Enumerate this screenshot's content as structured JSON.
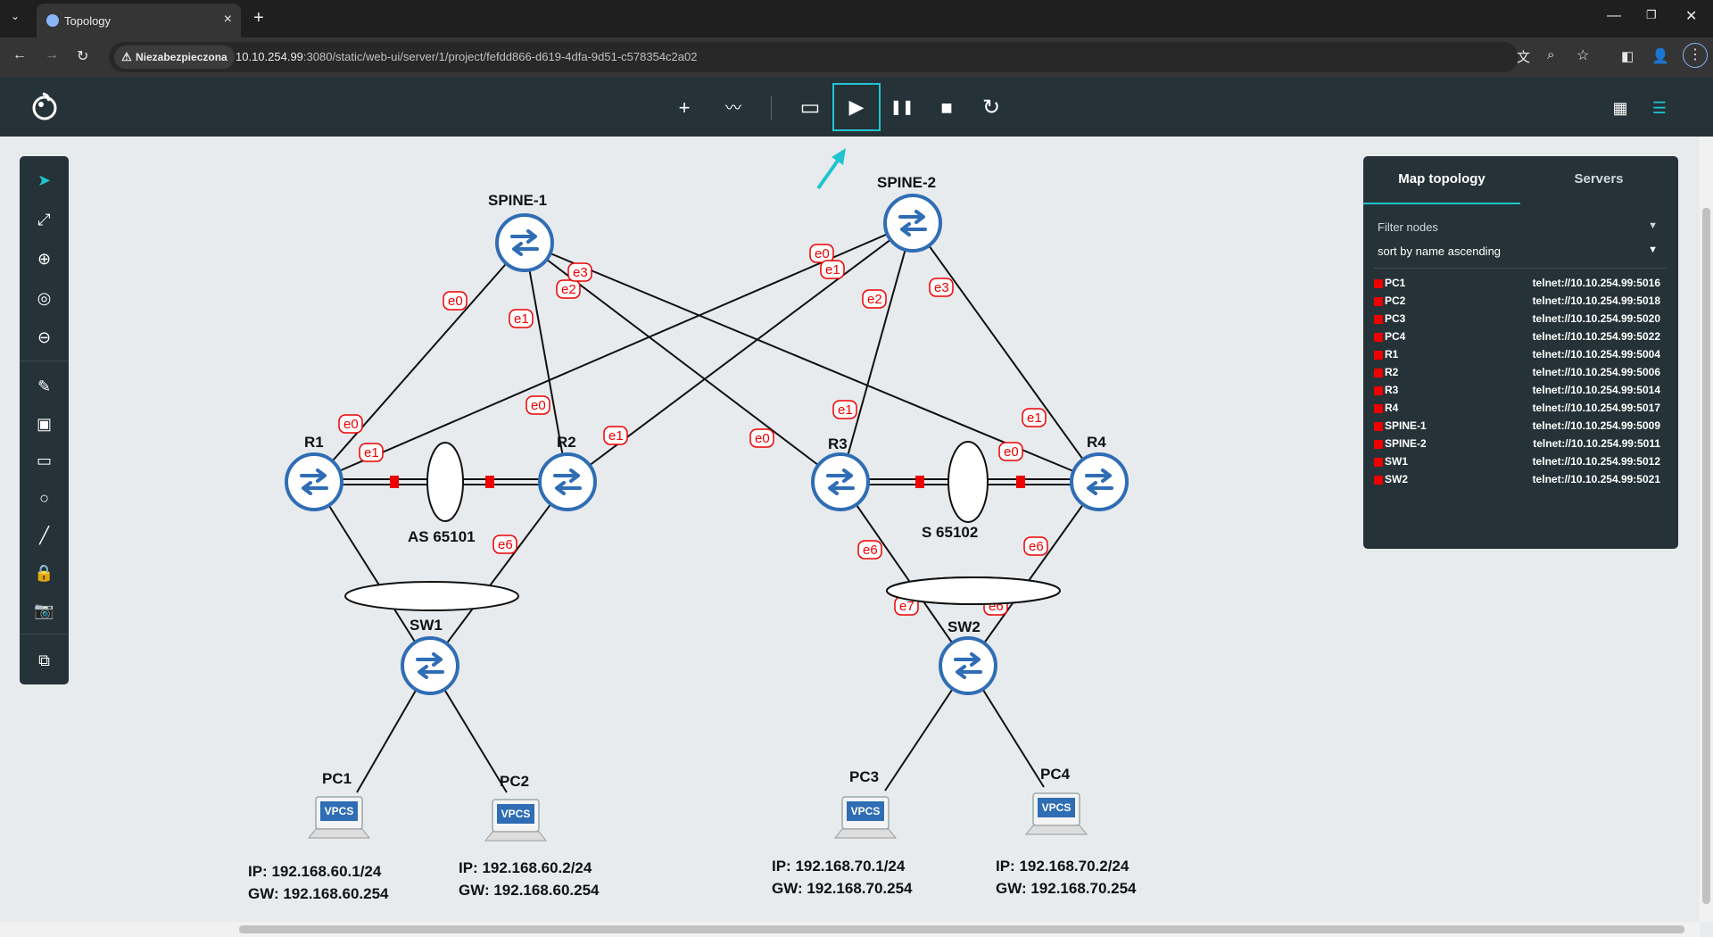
{
  "browser": {
    "tab_title": "Topology",
    "security_label": "Niezabezpieczona",
    "url_host": "10.10.254.99",
    "url_rest": ":3080/static/web-ui/server/1/project/fefdd866-d619-4dfa-9d51-c578354c2a02"
  },
  "toolbar": {
    "add": "+",
    "link": "〰",
    "console": "▭",
    "start": "▶",
    "pause": "❚❚",
    "stop": "■",
    "reload": "↻"
  },
  "panel": {
    "tab_map": "Map topology",
    "tab_servers": "Servers",
    "filter_placeholder": "Filter nodes",
    "sort_value": "sort by name ascending",
    "nodes": [
      {
        "name": "PC1",
        "console": "telnet://10.10.254.99:5016"
      },
      {
        "name": "PC2",
        "console": "telnet://10.10.254.99:5018"
      },
      {
        "name": "PC3",
        "console": "telnet://10.10.254.99:5020"
      },
      {
        "name": "PC4",
        "console": "telnet://10.10.254.99:5022"
      },
      {
        "name": "R1",
        "console": "telnet://10.10.254.99:5004"
      },
      {
        "name": "R2",
        "console": "telnet://10.10.254.99:5006"
      },
      {
        "name": "R3",
        "console": "telnet://10.10.254.99:5014"
      },
      {
        "name": "R4",
        "console": "telnet://10.10.254.99:5017"
      },
      {
        "name": "SPINE-1",
        "console": "telnet://10.10.254.99:5009"
      },
      {
        "name": "SPINE-2",
        "console": "telnet://10.10.254.99:5011"
      },
      {
        "name": "SW1",
        "console": "telnet://10.10.254.99:5012"
      },
      {
        "name": "SW2",
        "console": "telnet://10.10.254.99:5021"
      }
    ]
  },
  "topology": {
    "nodes": {
      "spine1": "SPINE-1",
      "spine2": "SPINE-2",
      "r1": "R1",
      "r2": "R2",
      "r3": "R3",
      "r4": "R4",
      "sw1": "SW1",
      "sw2": "SW2",
      "pc1": "PC1",
      "pc2": "PC2",
      "pc3": "PC3",
      "pc4": "PC4"
    },
    "vpcs_label": "VPCS",
    "as_left": "AS 65101",
    "as_right": "S 65102",
    "pc1_ip": "IP: 192.168.60.1/24",
    "pc1_gw": "GW: 192.168.60.254",
    "pc2_ip": "IP: 192.168.60.2/24",
    "pc2_gw": "GW: 192.168.60.254",
    "pc3_ip": "IP: 192.168.70.1/24",
    "pc3_gw": "GW: 192.168.70.254",
    "pc4_ip": "IP: 192.168.70.2/24",
    "pc4_gw": "GW: 192.168.70.254",
    "ports": {
      "s1_e0": "e0",
      "s1_e1": "e1",
      "s1_e2": "e2",
      "s1_e3": "e3",
      "s2_e0": "e0",
      "s2_e1": "e1",
      "s2_e2": "e2",
      "s2_e3": "e3",
      "r1_e0": "e0",
      "r1_e1": "e1",
      "r2_e0": "e0",
      "r2_e1": "e1",
      "r2_e6": "e6",
      "r3_e0": "e0",
      "r3_e1": "e1",
      "r3_e6": "e6",
      "r4_e0": "e0",
      "r4_e1": "e1",
      "r4_e6": "e6",
      "sw2_e7": "e7",
      "sw2_e6": "e6"
    }
  },
  "colors": {
    "toolbar_bg": "#253238",
    "accent": "#20c5d0",
    "node_blue": "#2f6db5",
    "status_red": "#e00000"
  }
}
